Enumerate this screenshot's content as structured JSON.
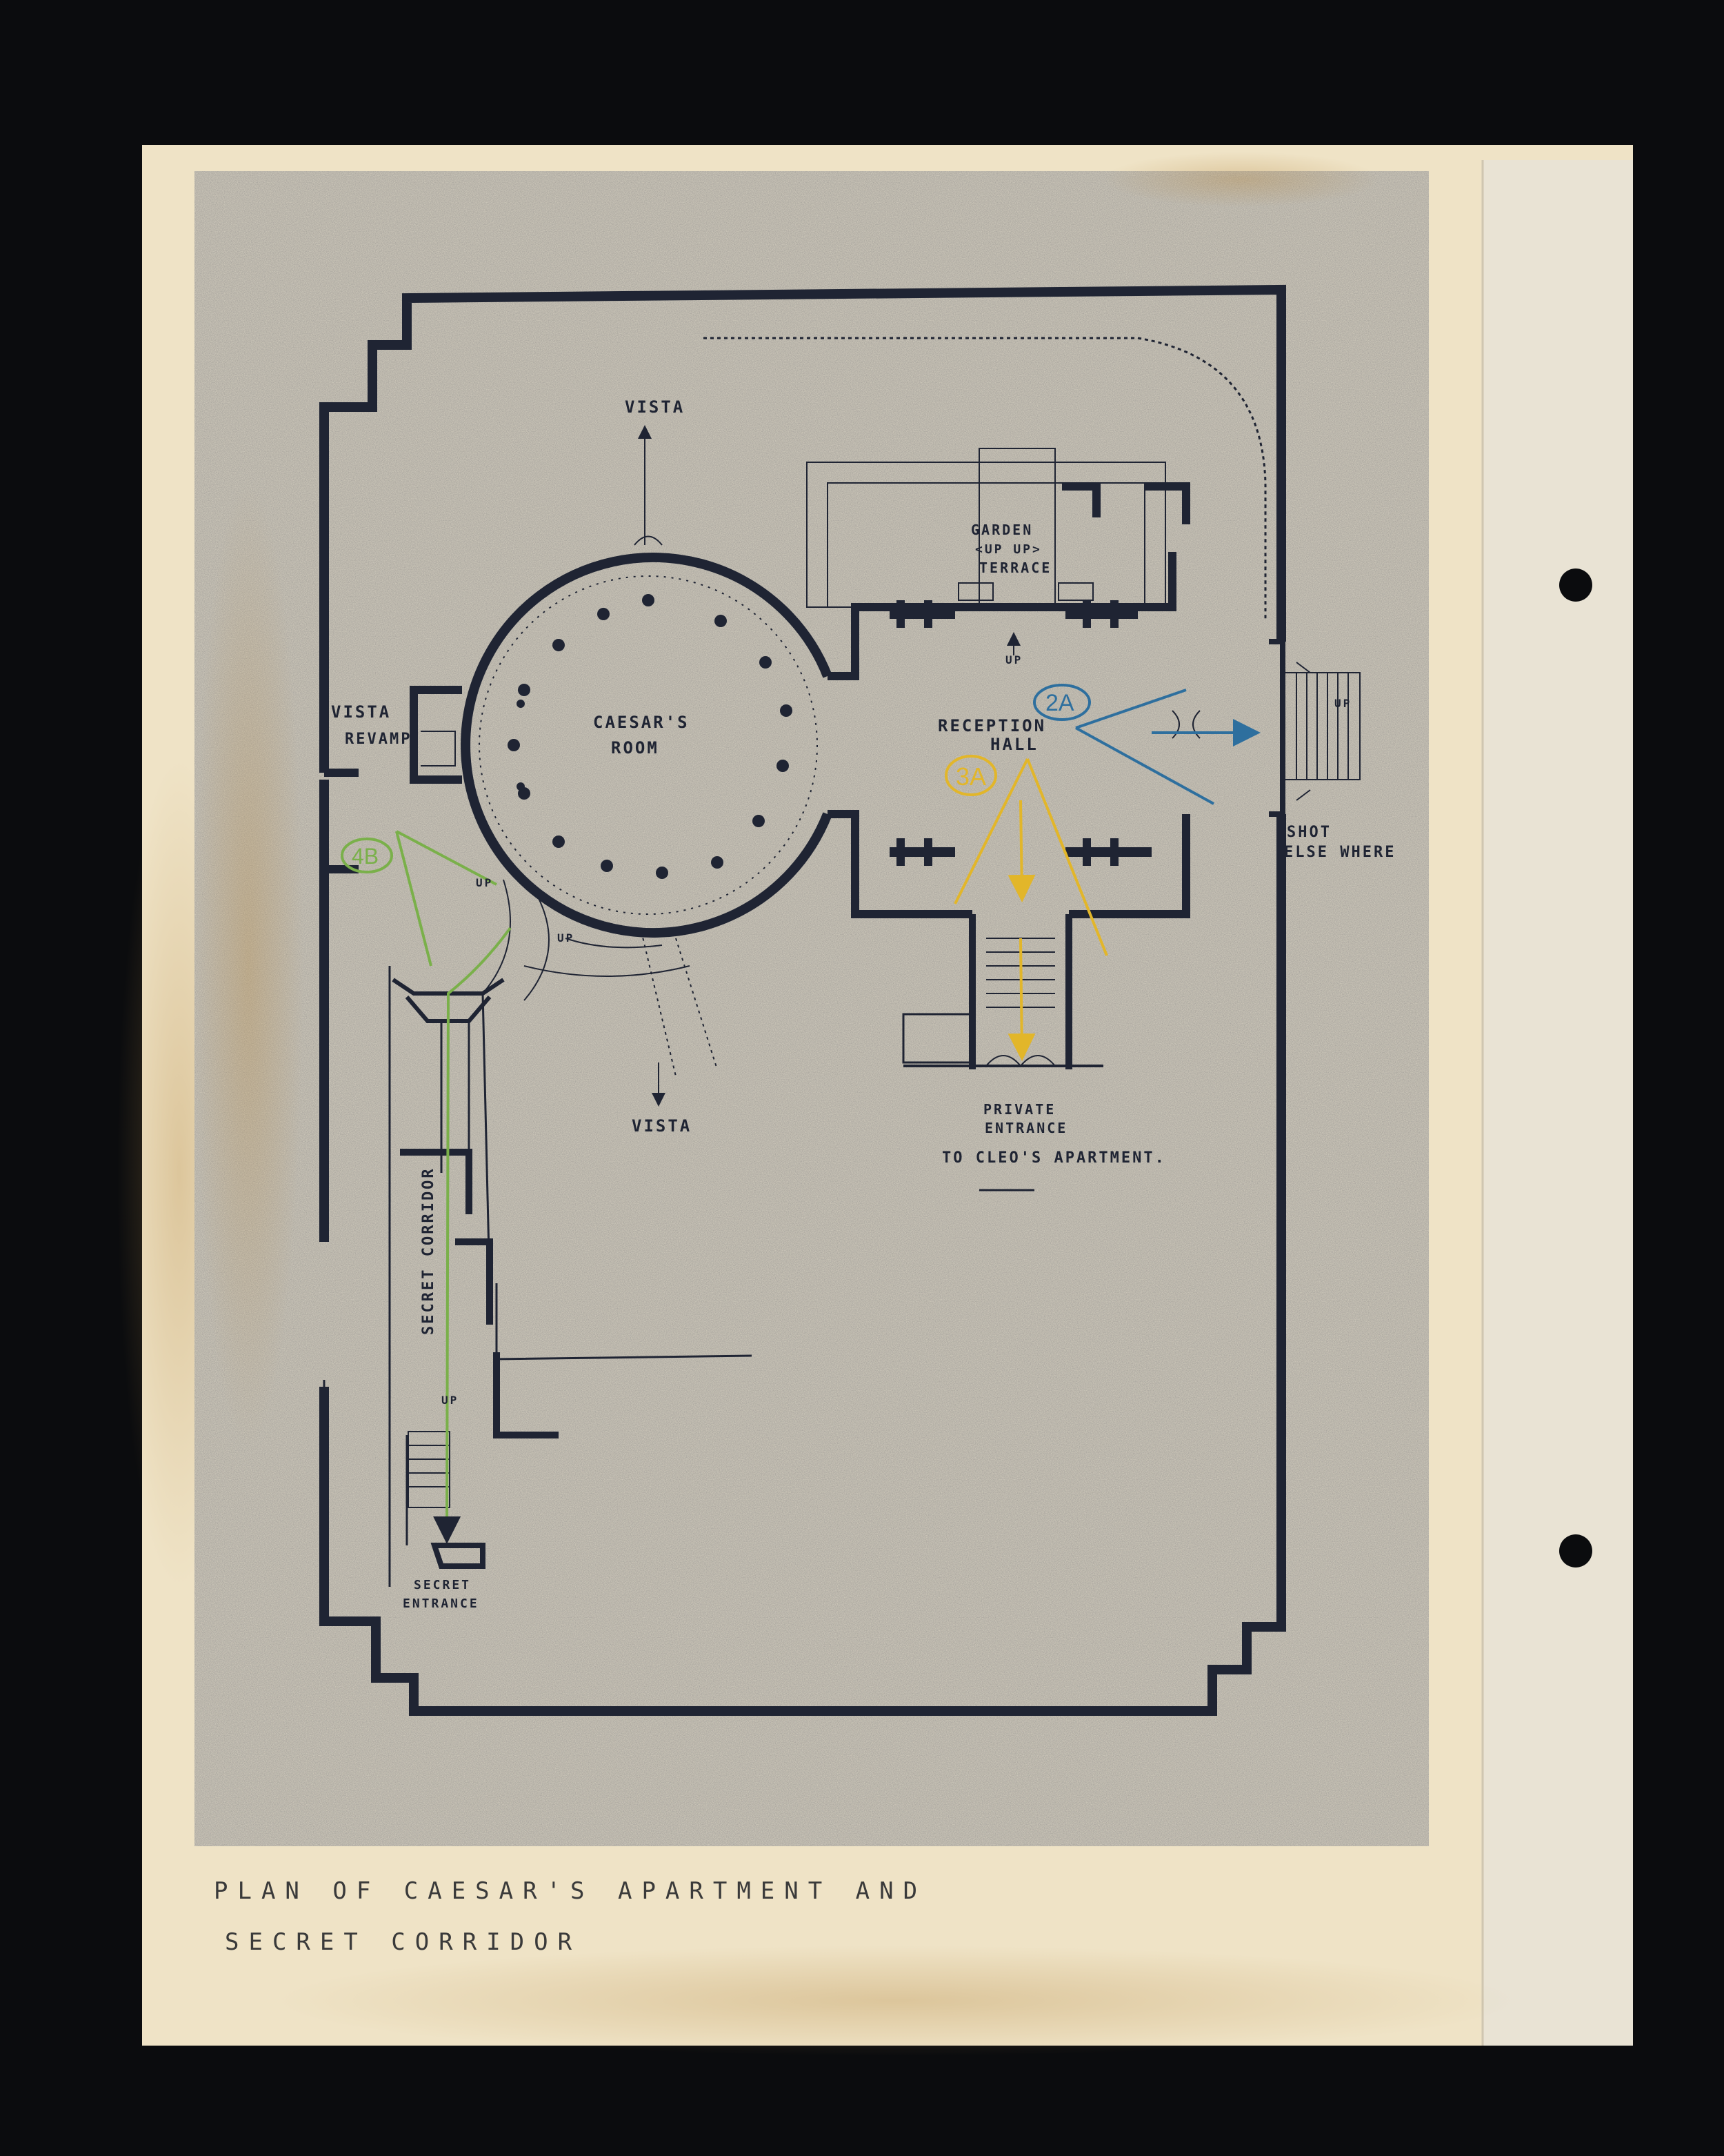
{
  "colors": {
    "backdrop": "#0b0c0e",
    "mount_paper": "#efe3c6",
    "tracing_paper": "#d8d2c2",
    "ink": "#1f2433",
    "shot_blue": "#2e6f9e",
    "shot_yellow": "#e2b62a",
    "shot_green": "#7ab04a"
  },
  "labels": {
    "vista_top": "VISTA",
    "vista_left": "VISTA",
    "revamp": "REVAMP",
    "vista_bottom": "VISTA",
    "caesars_line1": "CAESAR'S",
    "caesars_line2": "ROOM",
    "garden": "GARDEN",
    "up_up": "<UP UP>",
    "terrace": "TERRACE",
    "up_terrace": "UP",
    "reception_line1": "RECEPTION",
    "reception_line2": "HALL",
    "shot": "SHOT",
    "elsewhere": "ELSE WHERE",
    "stair_up": "UP",
    "private_line1": "PRIVATE",
    "private_line2": "ENTRANCE",
    "to_cleo": "TO CLEO'S APARTMENT.",
    "up_a": "UP",
    "up_b": "UP",
    "secret_corridor": "SECRET CORRIDOR",
    "up_corridor": "UP",
    "secret_line1": "SECRET",
    "secret_line2": "ENTRANCE"
  },
  "markers": {
    "shot_2a": "2A",
    "shot_3a": "3A",
    "shot_4b": "4B"
  },
  "caption": {
    "line1": "PLAN OF CAESAR'S APARTMENT AND",
    "line2": "SECRET CORRIDOR"
  }
}
